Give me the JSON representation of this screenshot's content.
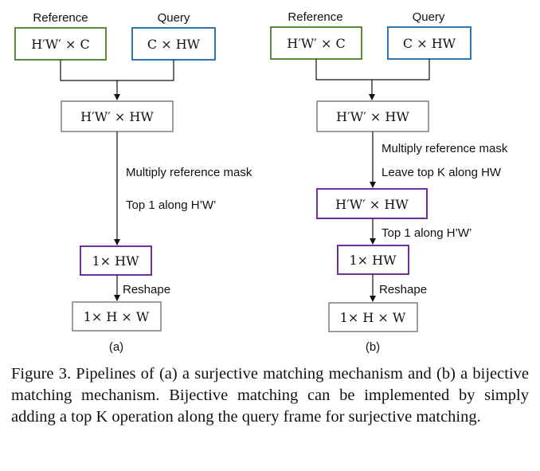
{
  "panel_a": {
    "reference_label": "Reference",
    "query_label": "Query",
    "box_reference": "H′W′ × C",
    "box_query": "C × HW",
    "box_similarity": "H′W′ × HW",
    "note_1": "Multiply reference mask",
    "note_2": "Top 1 along H’W’",
    "box_top1": "1× HW",
    "reshape_label": "Reshape",
    "box_output": "1× H × W",
    "panel_label": "(a)"
  },
  "panel_b": {
    "reference_label": "Reference",
    "query_label": "Query",
    "box_reference": "H′W′ × C",
    "box_query": "C × HW",
    "box_similarity": "H′W′ × HW",
    "note_1": "Multiply reference mask",
    "note_2": "Leave top K along HW",
    "box_topk": "H′W′ × HW",
    "note_3": "Top 1 along H’W’",
    "box_top1": "1× HW",
    "reshape_label": "Reshape",
    "box_output": "1× H × W",
    "panel_label": "(b)"
  },
  "caption": "Figure 3. Pipelines of (a) a surjective matching mechanism and (b) a bijective matching mechanism.  Bijective matching can be implemented by simply adding a top K operation along the query frame for surjective matching.",
  "colors": {
    "reference_border": "#5b8a3c",
    "query_border": "#2e75b6",
    "highlight_border": "#7030a0",
    "neutral_border": "#7f7f7f"
  }
}
